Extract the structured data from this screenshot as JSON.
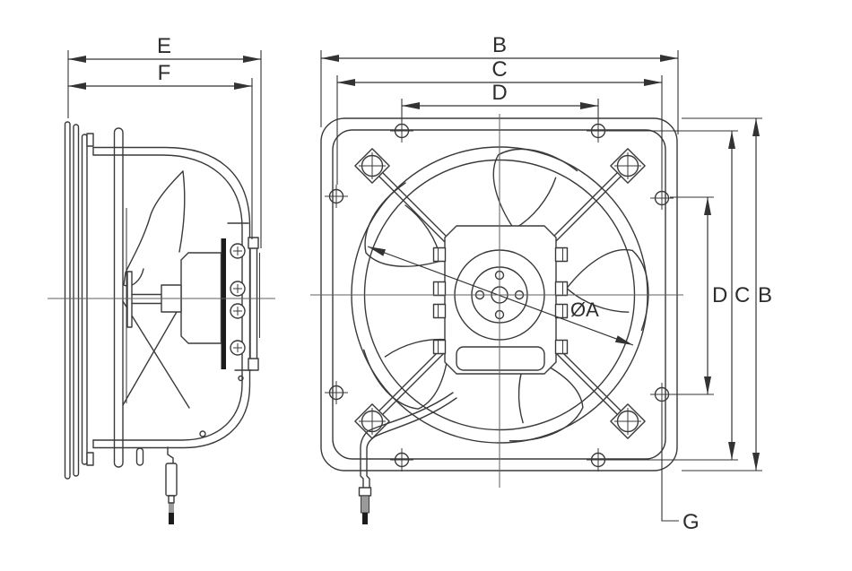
{
  "drawing": {
    "type": "technical dimensional drawing",
    "subject": "industrial wall exhaust fan, side view and front view",
    "colors": {
      "line": "#3a3a3a",
      "background": "#ffffff"
    },
    "side_view": {
      "dim_depth_overall": "E",
      "dim_depth_frame": "F"
    },
    "front_view": {
      "dim_width_overall": "B",
      "dim_hole_span_outer": "C",
      "dim_hole_span_inner": "D",
      "dim_height_hole_inner": "D",
      "dim_height_hole_outer": "C",
      "dim_height_overall": "B",
      "dim_impeller_diameter": "ØA",
      "dim_mounting_hole": "G"
    }
  }
}
